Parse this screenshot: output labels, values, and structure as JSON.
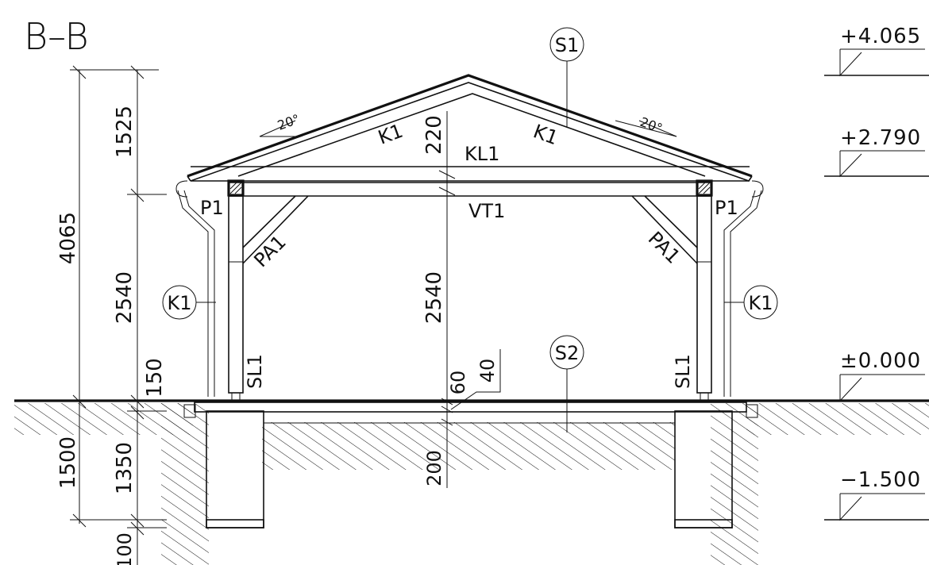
{
  "section_title": "B–B",
  "bubbles": {
    "roof": "S1",
    "floor": "S2",
    "col_left": "K1",
    "col_right": "K1"
  },
  "labels": {
    "rafter_left": "K1",
    "rafter_right": "K1",
    "collar": "KL1",
    "tie_beam": "VT1",
    "purlin_left": "P1",
    "purlin_right": "P1",
    "brace_left": "PA1",
    "brace_right": "PA1",
    "post_left": "SL1",
    "post_right": "SL1"
  },
  "angles": {
    "left": "20°",
    "right": "20°"
  },
  "dimensions": {
    "outer_total": "4065",
    "outer_base": "1500",
    "inner_roof": "1525",
    "inner_wall": "2540",
    "inner_plinth": "150",
    "inner_found": "1350",
    "inner_bottom": "100",
    "mid_roof": "220",
    "mid_height": "2540",
    "mid_floor_a": "60",
    "mid_floor_b": "40",
    "mid_below": "200"
  },
  "levels": [
    "+4.065",
    "+2.790",
    "±0.000",
    "−1.500"
  ]
}
